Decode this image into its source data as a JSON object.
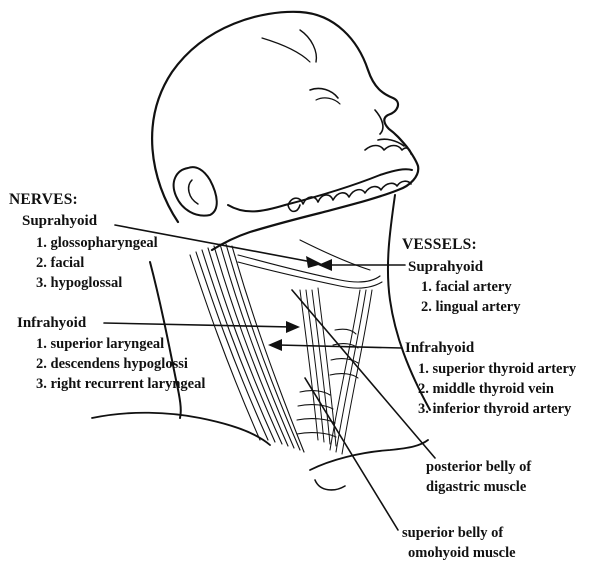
{
  "nerves": {
    "heading": "NERVES:",
    "suprahyoid": {
      "label": "Suprahyoid",
      "items": [
        "1. glossopharyngeal",
        "2. facial",
        "3. hypoglossal"
      ]
    },
    "infrahyoid": {
      "label": "Infrahyoid",
      "items": [
        "1. superior laryngeal",
        "2. descendens hypoglossi",
        "3. right recurrent laryngeal"
      ]
    }
  },
  "vessels": {
    "heading": "VESSELS:",
    "suprahyoid": {
      "label": "Suprahyoid",
      "items": [
        "1. facial artery",
        "2. lingual artery"
      ]
    },
    "infrahyoid": {
      "label": "Infrahyoid",
      "items": [
        "1. superior thyroid artery",
        "2. middle thyroid vein",
        "3. inferior thyroid artery"
      ]
    }
  },
  "muscles": {
    "digastric": [
      "posterior belly of",
      "digastric muscle"
    ],
    "omohyoid": [
      "superior belly of",
      "omohyoid muscle"
    ]
  },
  "style": {
    "ink": "#111111",
    "background": "#ffffff"
  }
}
